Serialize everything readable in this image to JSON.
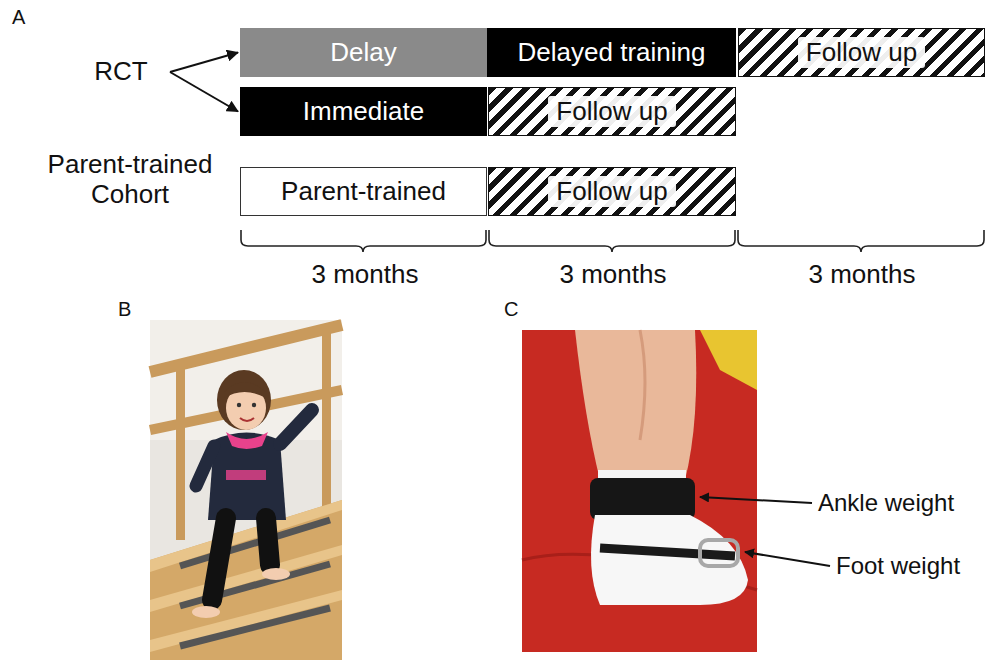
{
  "diagram": {
    "nodes": [
      {
        "text": [
          "RCT"
        ]
      },
      {
        "text": [
          "Delay"
        ]
      },
      {
        "text": [
          "Delayed training"
        ]
      },
      {
        "text": [
          "Follow up"
        ]
      },
      {
        "text": [
          "Immediate"
        ]
      },
      {
        "text": [
          "Follow up"
        ]
      },
      {
        "text": [
          "Parent-trained"
        ]
      },
      {
        "text": [
          "Follow up"
        ]
      }
    ],
    "edges": [
      {
        "from": 0,
        "to": 1,
        "arrow": "to"
      },
      {
        "from": 0,
        "to": 4,
        "arrow": "to"
      }
    ],
    "labels": [
      "A",
      "Parent-trained Cohort",
      "3 months",
      "3 months",
      "3 months",
      "B",
      "C",
      "Ankle weight",
      "Foot weight"
    ]
  }
}
